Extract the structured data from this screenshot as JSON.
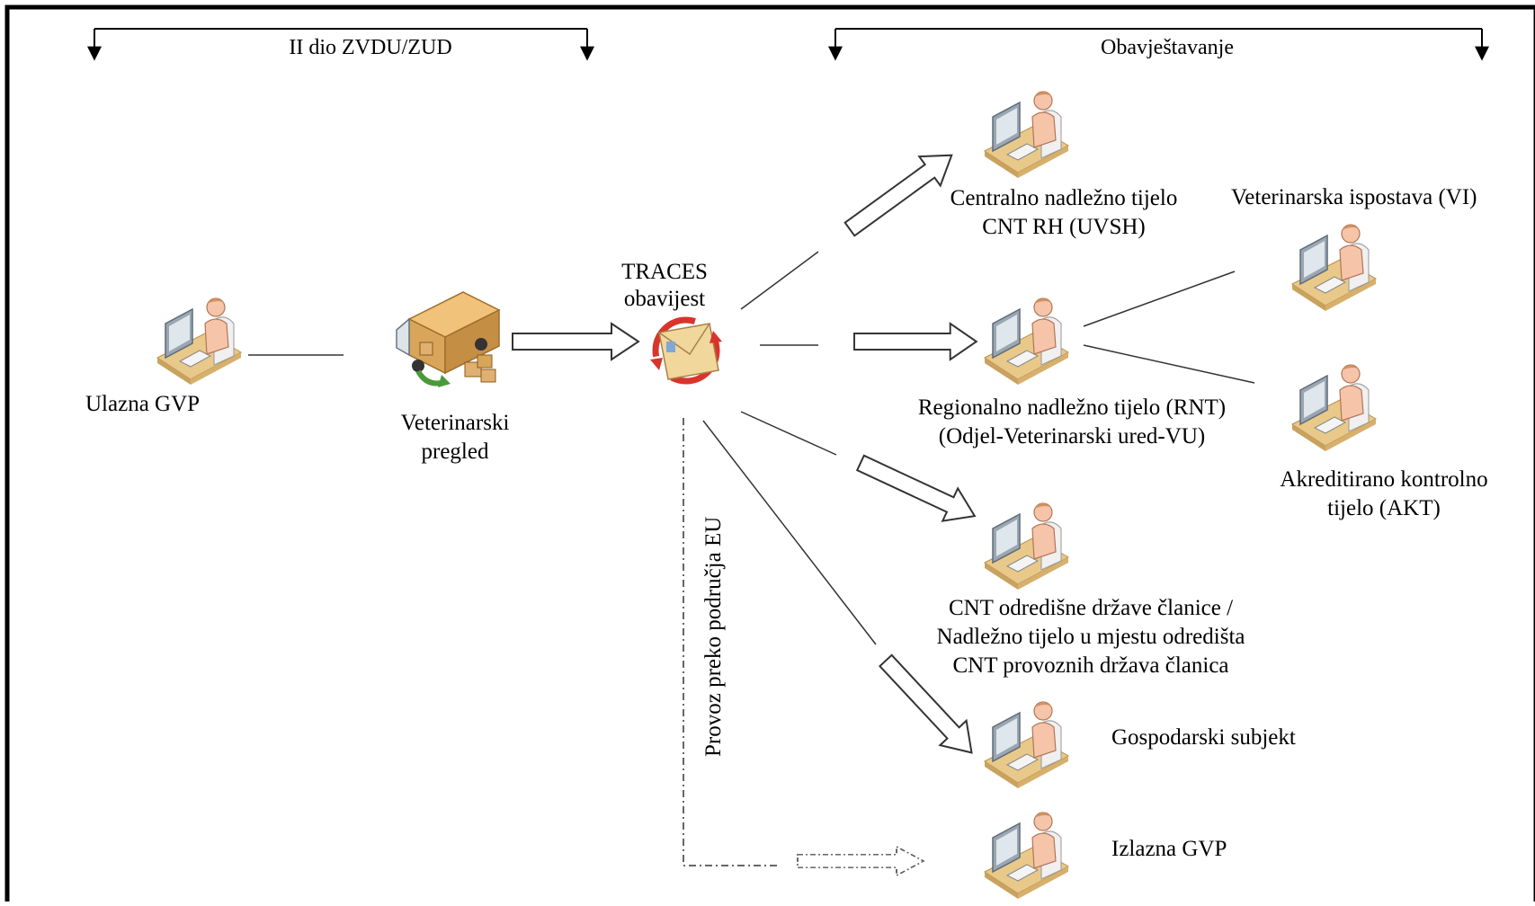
{
  "headers": {
    "left": "II dio ZVDU/ZUD",
    "right": "Obavještavanje"
  },
  "nodes": {
    "ulazna_gvp": "Ulazna GVP",
    "vet_pregled_line1": "Veterinarski",
    "vet_pregled_line2": "pregled",
    "traces_line1": "TRACES",
    "traces_line2": "obavijest",
    "cnt_line1": "Centralno nadležno tijelo",
    "cnt_line2": "CNT RH (UVSH)",
    "vi": "Veterinarska ispostava (VI)",
    "rnt_line1": "Regionalno nadležno tijelo (RNT)",
    "rnt_line2": "(Odjel-Veterinarski ured-VU)",
    "akt_line1": "Akreditirano kontrolno",
    "akt_line2": "tijelo (AKT)",
    "cnt_drz_line1": "CNT odredišne države članice /",
    "cnt_drz_line2": "Nadležno tijelo u mjestu odredišta",
    "cnt_drz_line3": "CNT provoznih država članica",
    "gospodarski": "Gospodarski subjekt",
    "izlazna_gvp": "Izlazna GVP"
  },
  "transit_label": "Provoz preko područja EU",
  "icons": {
    "user": "user-at-computer-icon",
    "truck": "delivery-truck-icon",
    "envelope": "traces-envelope-icon"
  },
  "colors": {
    "border": "#000000",
    "line": "#333333",
    "person_skin": "#e8a98a",
    "desk": "#e9c98a",
    "monitor": "#b9c2cc",
    "truck_box": "#d9a55a",
    "envelope": "#f1d79c",
    "cycle_red": "#d9342b",
    "green_arrow": "#4a9a3a"
  }
}
